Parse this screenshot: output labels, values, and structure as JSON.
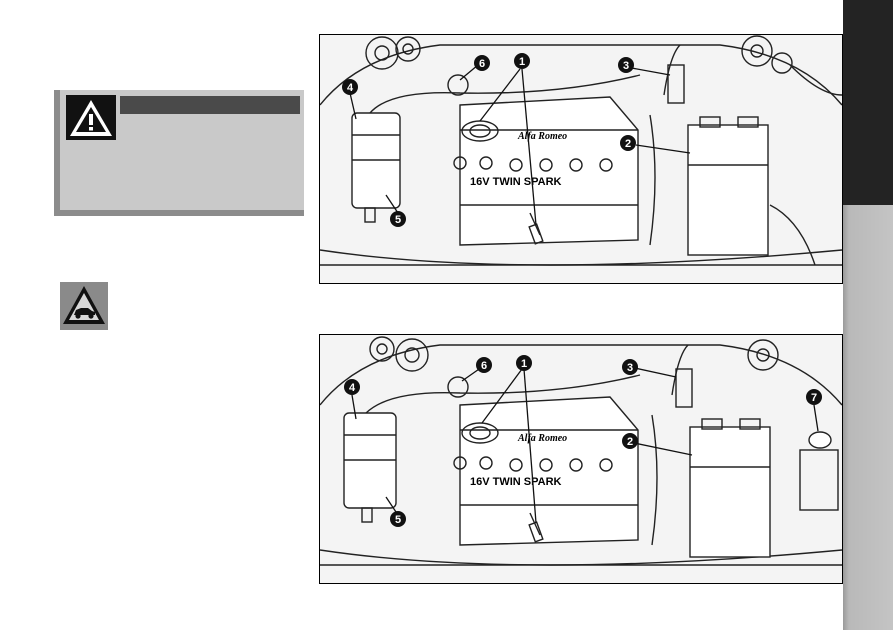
{
  "figures": [
    {
      "id": "engine-bay-1",
      "brand": "Alfa Romeo",
      "cover_text": "16V TWIN SPARK",
      "callouts": [
        "1",
        "2",
        "3",
        "4",
        "5",
        "6"
      ]
    },
    {
      "id": "engine-bay-2",
      "brand": "Alfa Romeo",
      "cover_text": "16V TWIN SPARK",
      "callouts": [
        "1",
        "2",
        "3",
        "4",
        "5",
        "6",
        "7"
      ]
    }
  ],
  "colors": {
    "side_tab_dark": "#232323",
    "side_tab_grey": "#c4c4c4",
    "warning_box": "#c9c9c9",
    "warning_bar": "#4a4a4a"
  },
  "icons": [
    "warning-triangle-icon",
    "environment-car-icon"
  ]
}
